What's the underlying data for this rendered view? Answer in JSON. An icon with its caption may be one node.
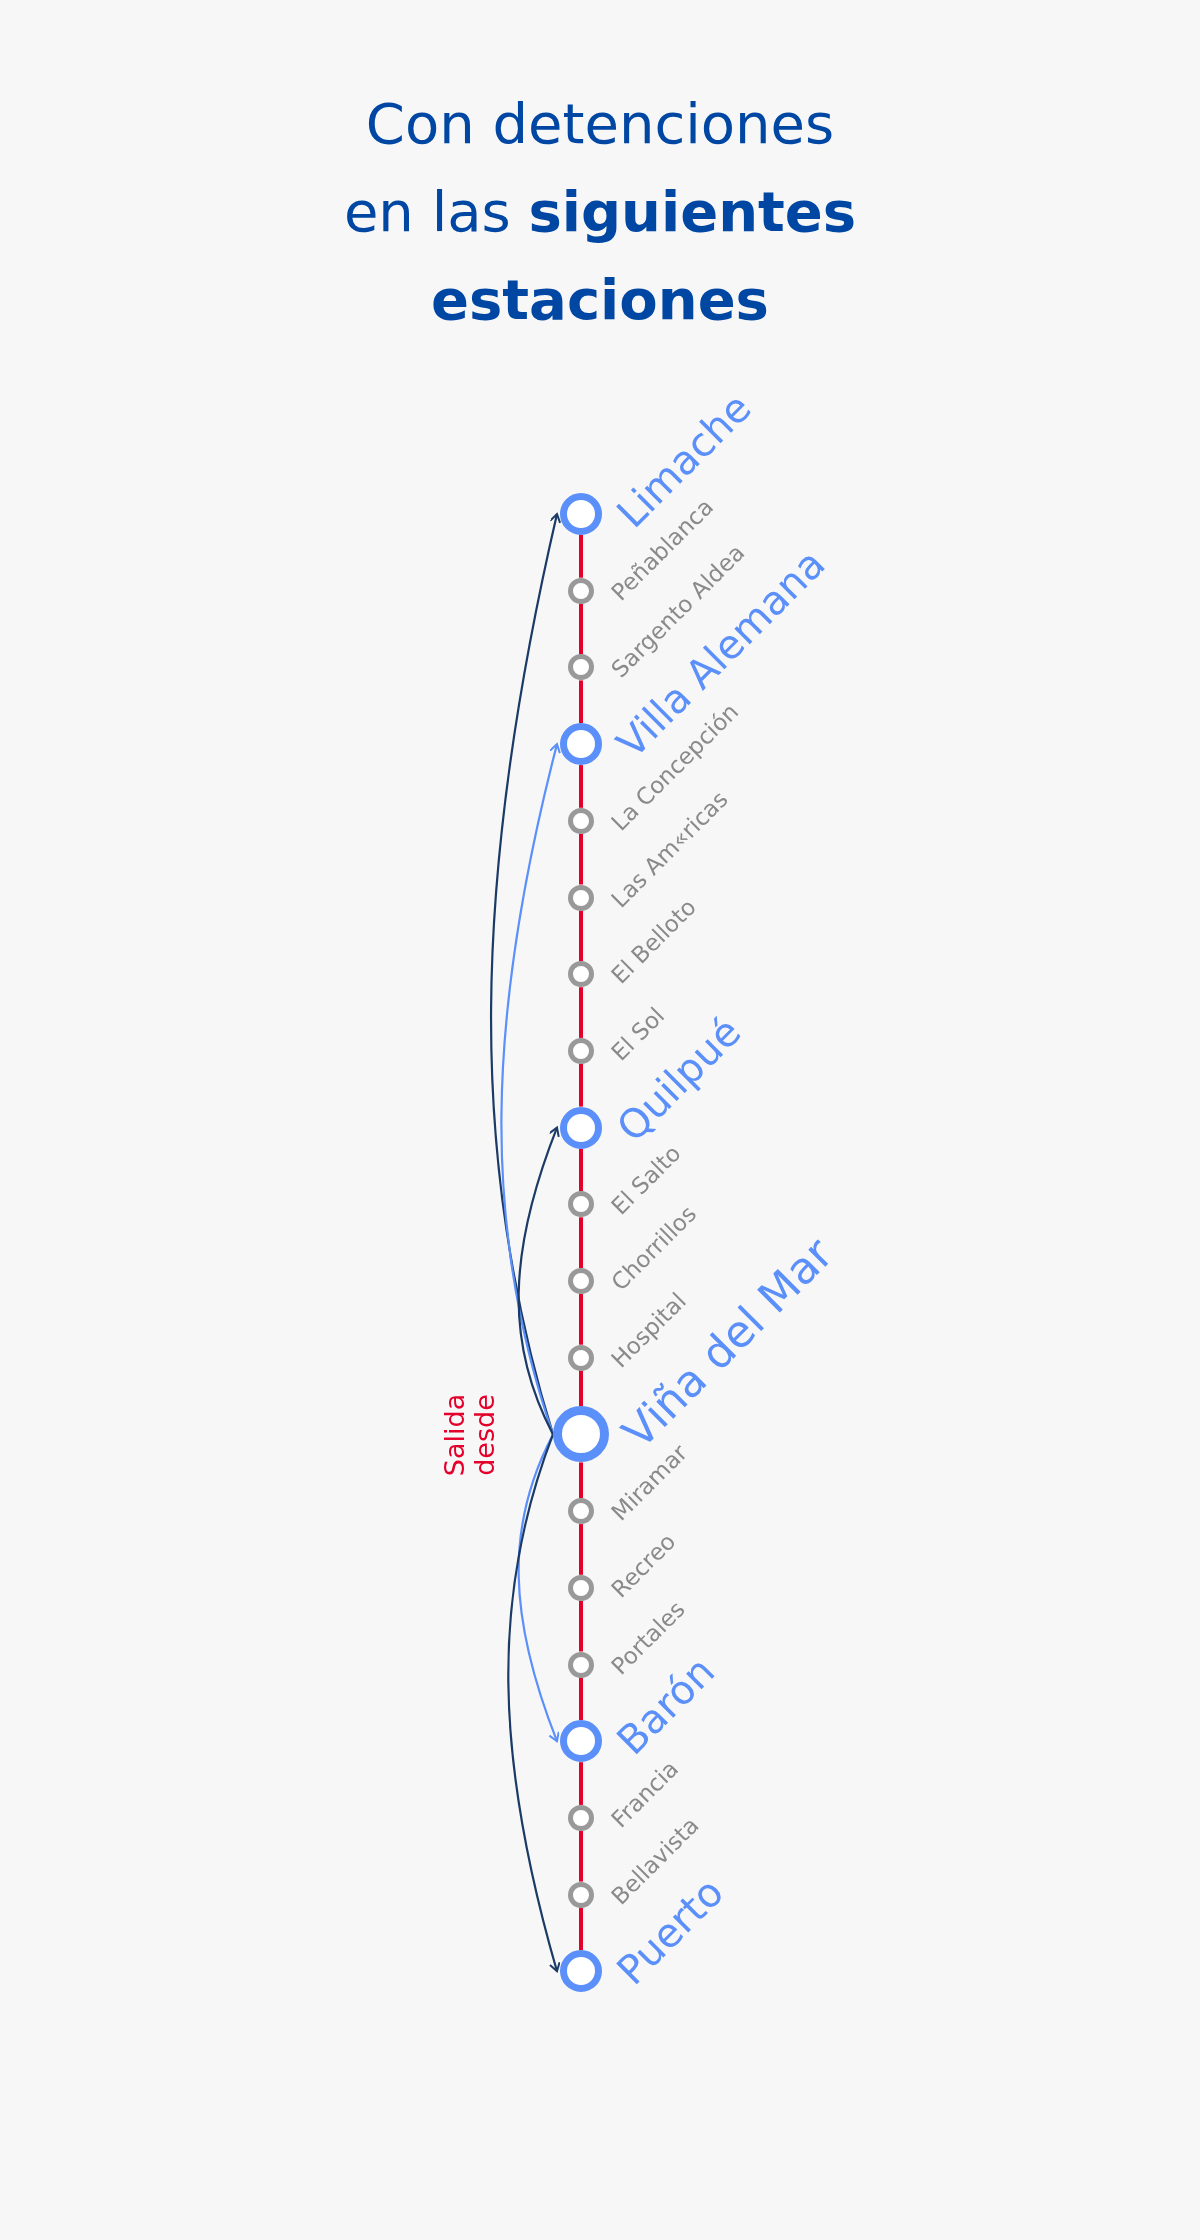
{
  "diagram": {
    "title": "Con detenciones en las **siguientes estaciones**",
    "nodes": [
      {
        "text": [
          "Limache"
        ]
      },
      {
        "text": [
          "Peñablanca"
        ]
      },
      {
        "text": [
          "Sargento Aldea"
        ]
      },
      {
        "text": [
          "Villa Alemana"
        ]
      },
      {
        "text": [
          "La Concepción"
        ]
      },
      {
        "text": [
          "Las Am«ricas"
        ]
      },
      {
        "text": [
          "El Belloto"
        ]
      },
      {
        "text": [
          "El Sol"
        ]
      },
      {
        "text": [
          "Quilpué"
        ]
      },
      {
        "text": [
          "El Salto"
        ]
      },
      {
        "text": [
          "Chorrillos"
        ]
      },
      {
        "text": [
          "Hospital"
        ]
      },
      {
        "text": [
          "Viña del Mar"
        ]
      },
      {
        "text": [
          "Miramar"
        ]
      },
      {
        "text": [
          "Recreo"
        ]
      },
      {
        "text": [
          "Portales"
        ]
      },
      {
        "text": [
          "Barón"
        ]
      },
      {
        "text": [
          "Francia"
        ]
      },
      {
        "text": [
          "Bellavista"
        ]
      },
      {
        "text": [
          "Puerto"
        ]
      }
    ],
    "edges": [
      {
        "from": 0,
        "to": 1,
        "arrow": "none"
      },
      {
        "from": 1,
        "to": 2,
        "arrow": "none"
      },
      {
        "from": 2,
        "to": 3,
        "arrow": "none"
      },
      {
        "from": 3,
        "to": 4,
        "arrow": "none"
      },
      {
        "from": 4,
        "to": 5,
        "arrow": "none"
      },
      {
        "from": 5,
        "to": 6,
        "arrow": "none"
      },
      {
        "from": 6,
        "to": 7,
        "arrow": "none"
      },
      {
        "from": 7,
        "to": 8,
        "arrow": "none"
      },
      {
        "from": 8,
        "to": 9,
        "arrow": "none"
      },
      {
        "from": 9,
        "to": 10,
        "arrow": "none"
      },
      {
        "from": 10,
        "to": 11,
        "arrow": "none"
      },
      {
        "from": 11,
        "to": 12,
        "arrow": "none"
      },
      {
        "from": 12,
        "to": 13,
        "arrow": "none"
      },
      {
        "from": 13,
        "to": 14,
        "arrow": "none"
      },
      {
        "from": 14,
        "to": 15,
        "arrow": "none"
      },
      {
        "from": 15,
        "to": 16,
        "arrow": "none"
      },
      {
        "from": 16,
        "to": 17,
        "arrow": "none"
      },
      {
        "from": 17,
        "to": 18,
        "arrow": "none"
      },
      {
        "from": 18,
        "to": 19,
        "arrow": "none"
      },
      {
        "from": 12,
        "to": 0,
        "arrow": "to",
        "color": "#1b3a66"
      },
      {
        "from": 12,
        "to": 3,
        "arrow": "to",
        "color": "#5b8ff9"
      },
      {
        "from": 12,
        "to": 8,
        "arrow": "to",
        "color": "#1b3a66"
      },
      {
        "from": 12,
        "to": 16,
        "arrow": "to",
        "color": "#5b8ff9"
      },
      {
        "from": 12,
        "to": 19,
        "arrow": "to",
        "color": "#1b3a66"
      }
    ],
    "labels": [
      "Salida desde"
    ]
  }
}
